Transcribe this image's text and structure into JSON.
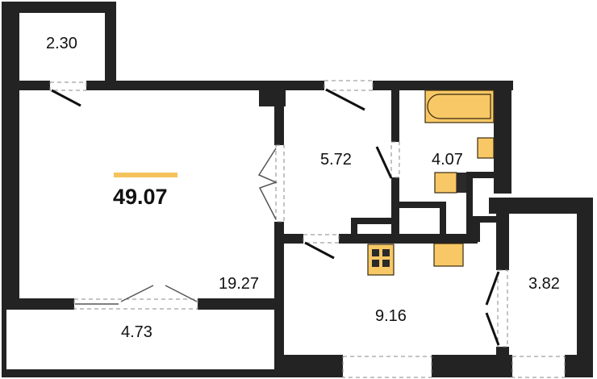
{
  "plan": {
    "total_area": "49.07",
    "accent_color": "#F5C35C",
    "wall_color": "#232323",
    "fixture_color": "#F7C865",
    "rooms": [
      {
        "id": "storage",
        "area": "2.30"
      },
      {
        "id": "living-room",
        "area": "19.27"
      },
      {
        "id": "balcony-left",
        "area": "4.73"
      },
      {
        "id": "hallway",
        "area": "5.72"
      },
      {
        "id": "bathroom",
        "area": "4.07"
      },
      {
        "id": "kitchen",
        "area": "9.16"
      },
      {
        "id": "balcony-right",
        "area": "3.82"
      }
    ]
  }
}
